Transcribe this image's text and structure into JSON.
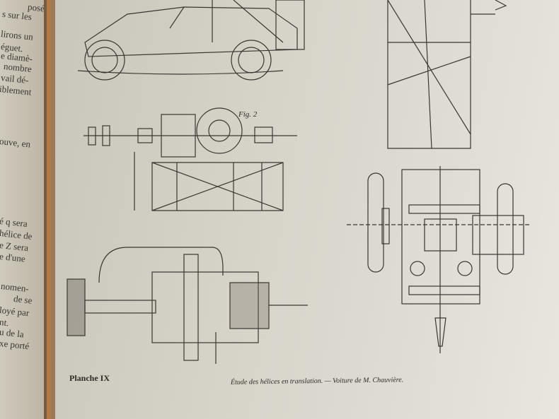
{
  "left_page": {
    "fragments": [
      "posé",
      "s sur les",
      "lirons un",
      "éguet.",
      "e diamè-",
      "nombre",
      "vail dé-",
      "iblement",
      "ouve, en",
      "é q sera",
      "hélice de",
      "e Z sera",
      "e d'une",
      "nomen-",
      "de se",
      "loyé par",
      "nt.",
      "u de la",
      "xe porté"
    ]
  },
  "plate": {
    "label": "Planche IX",
    "caption": "Étude des hélices en translation. — Voiture de M. Chauvière.",
    "fig_label": "Fig. 2"
  }
}
